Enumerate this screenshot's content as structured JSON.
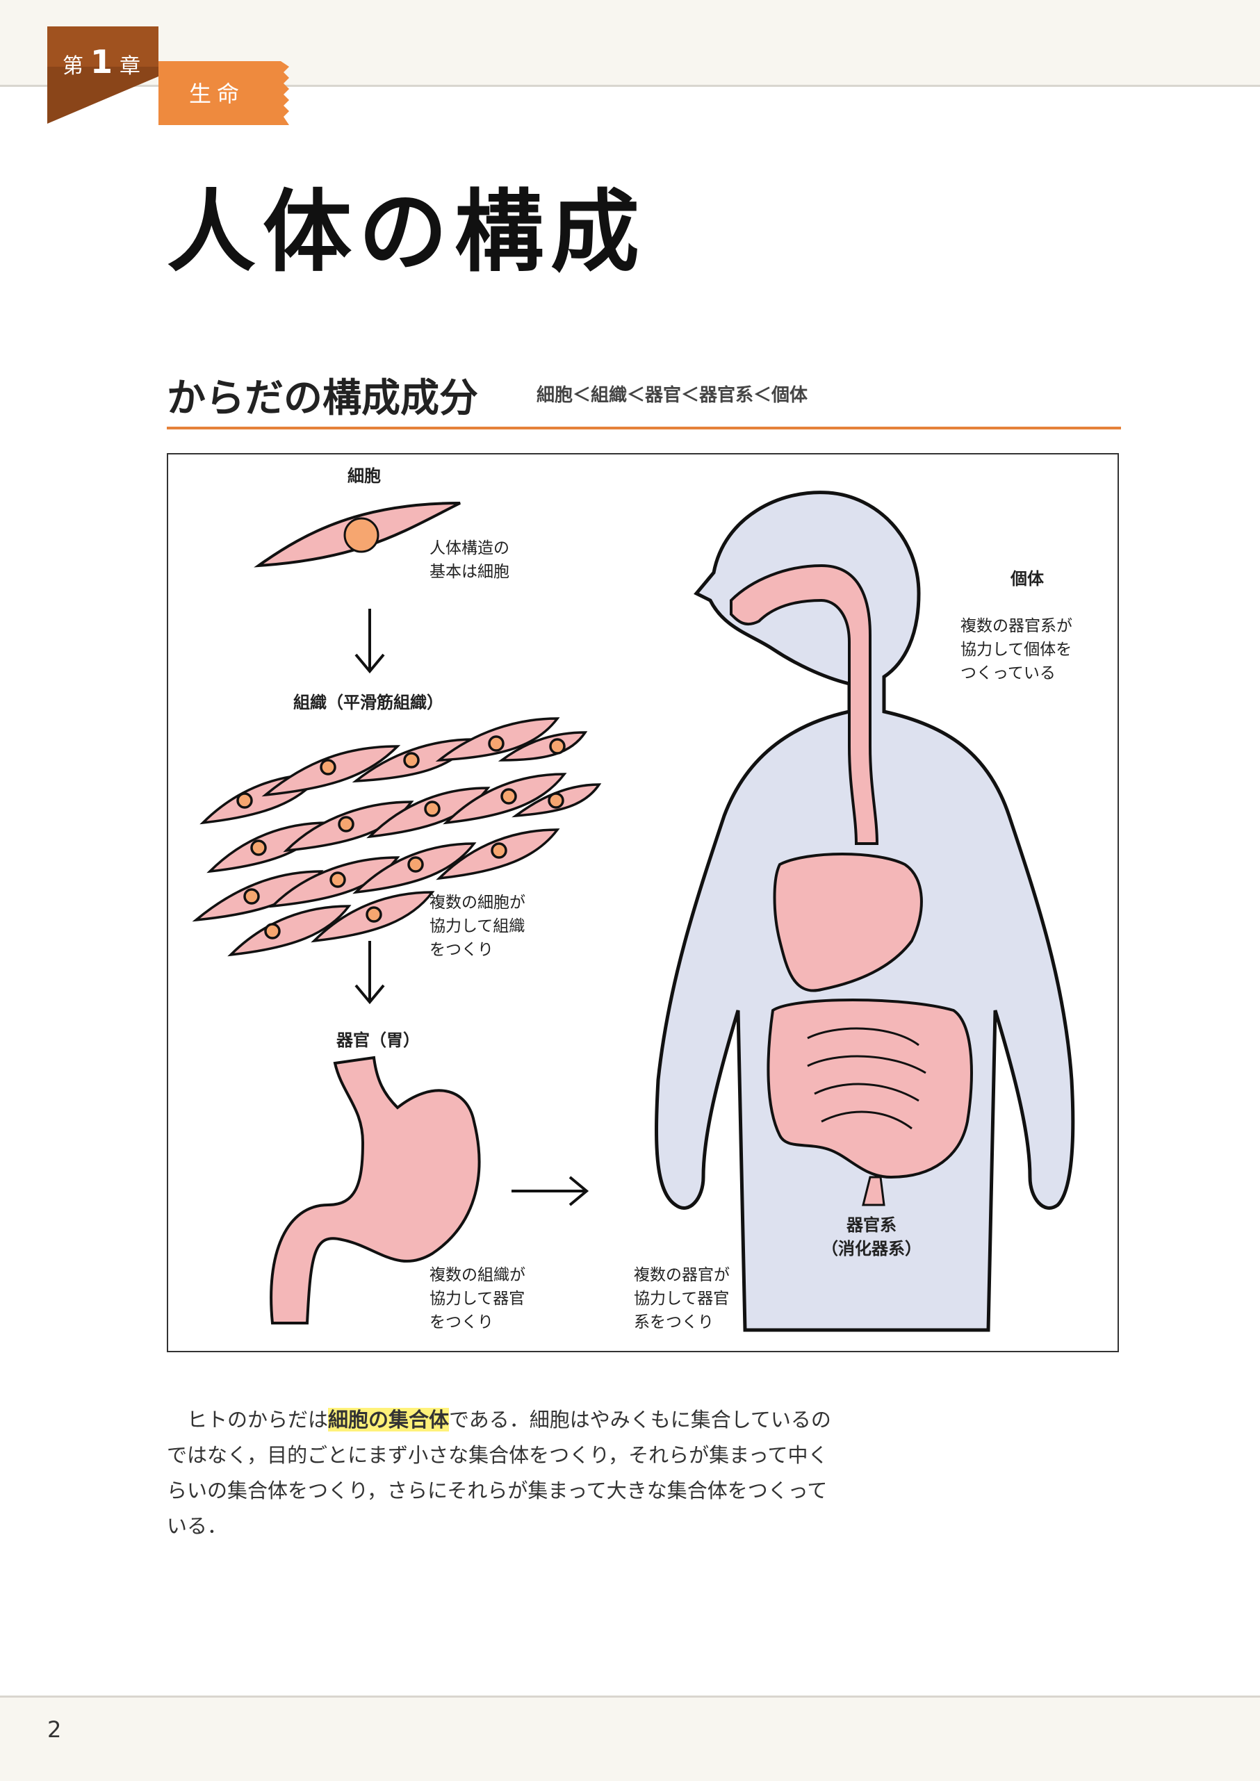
{
  "header": {
    "chapter_prefix": "第",
    "chapter_number": "1",
    "chapter_suffix": "章",
    "category": "生命"
  },
  "title": "人体の構成",
  "section": {
    "title": "からだの構成成分",
    "subtitle": "細胞＜組織＜器官＜器官系＜個体"
  },
  "figure": {
    "cell_label": "細胞",
    "cell_note": [
      "人体構造の",
      "基本は細胞"
    ],
    "tissue_label": "組織（平滑筋組織）",
    "tissue_note": [
      "複数の細胞が",
      "協力して組織",
      "をつくり"
    ],
    "organ_label": "器官（胃）",
    "organ_note": [
      "複数の組織が",
      "協力して器官",
      "をつくり"
    ],
    "system_note": [
      "複数の器官が",
      "協力して器官",
      "系をつくり"
    ],
    "system_label": [
      "器官系",
      "（消化器系）"
    ],
    "individual_label": "個体",
    "individual_note": [
      "複数の器官系が",
      "協力して個体を",
      "つくっている"
    ]
  },
  "paragraph": {
    "line1_pre": "ヒトのからだは",
    "line1_highlight": "細胞の集合体",
    "line1_post": "である．細胞はやみくもに集合しているの",
    "line2": "ではなく，目的ごとにまず小さな集合体をつくり，それらが集まって中く",
    "line3": "らいの集合体をつくり，さらにそれらが集まって大きな集合体をつくって",
    "line4": "いる．"
  },
  "page_number": "2",
  "colors": {
    "chapter_brown": "#a0521f",
    "category_orange": "#ee8a3e",
    "rule_orange": "#e5813a",
    "cell_pink": "#f4b7b8",
    "nucleus_orange": "#f6a670",
    "body_blue": "#dde1ef",
    "highlight_yellow": "#fff27a"
  }
}
